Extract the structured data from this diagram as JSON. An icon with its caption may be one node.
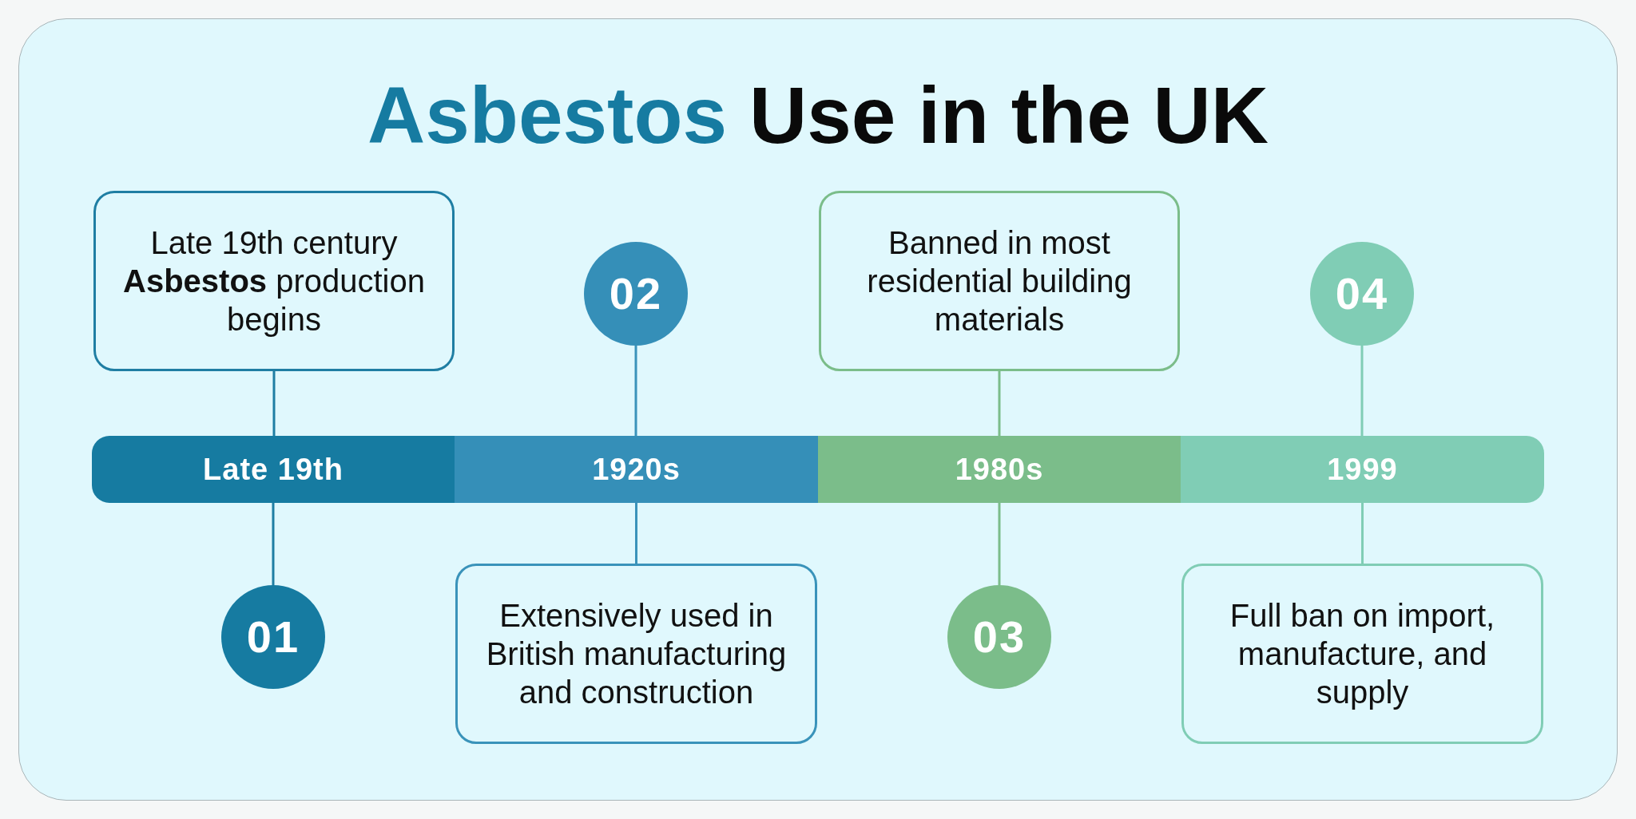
{
  "diagram": {
    "title": "Asbestos Use in the UK",
    "nodes": [
      {
        "text": [
          "Late 19th century **Asbestos** production begins"
        ]
      },
      {
        "text": [
          "02"
        ]
      },
      {
        "text": [
          "Banned in most residential building materials"
        ]
      },
      {
        "text": [
          "04"
        ]
      },
      {
        "text": [
          "Late 19th"
        ]
      },
      {
        "text": [
          "1920s"
        ]
      },
      {
        "text": [
          "1980s"
        ]
      },
      {
        "text": [
          "1999"
        ]
      },
      {
        "text": [
          "01"
        ]
      },
      {
        "text": [
          "Extensively used in British manufacturing and construction"
        ]
      },
      {
        "text": [
          "03"
        ]
      },
      {
        "text": [
          "Full ban on import, manufacture, and supply"
        ]
      }
    ],
    "edges": [
      {
        "from": 0,
        "to": 4,
        "arrow": "none",
        "color": "#1f7ea3"
      },
      {
        "from": 4,
        "to": 8,
        "arrow": "none",
        "color": "#1f7ea3"
      },
      {
        "from": 1,
        "to": 5,
        "arrow": "none",
        "color": "#3a93ba"
      },
      {
        "from": 5,
        "to": 9,
        "arrow": "none",
        "color": "#3a93ba"
      },
      {
        "from": 2,
        "to": 6,
        "arrow": "none",
        "color": "#7bbd8a"
      },
      {
        "from": 6,
        "to": 10,
        "arrow": "none",
        "color": "#7bbd8a"
      },
      {
        "from": 3,
        "to": 7,
        "arrow": "none",
        "color": "#80cdb5"
      },
      {
        "from": 7,
        "to": 11,
        "arrow": "none",
        "color": "#80cdb5"
      }
    ]
  }
}
